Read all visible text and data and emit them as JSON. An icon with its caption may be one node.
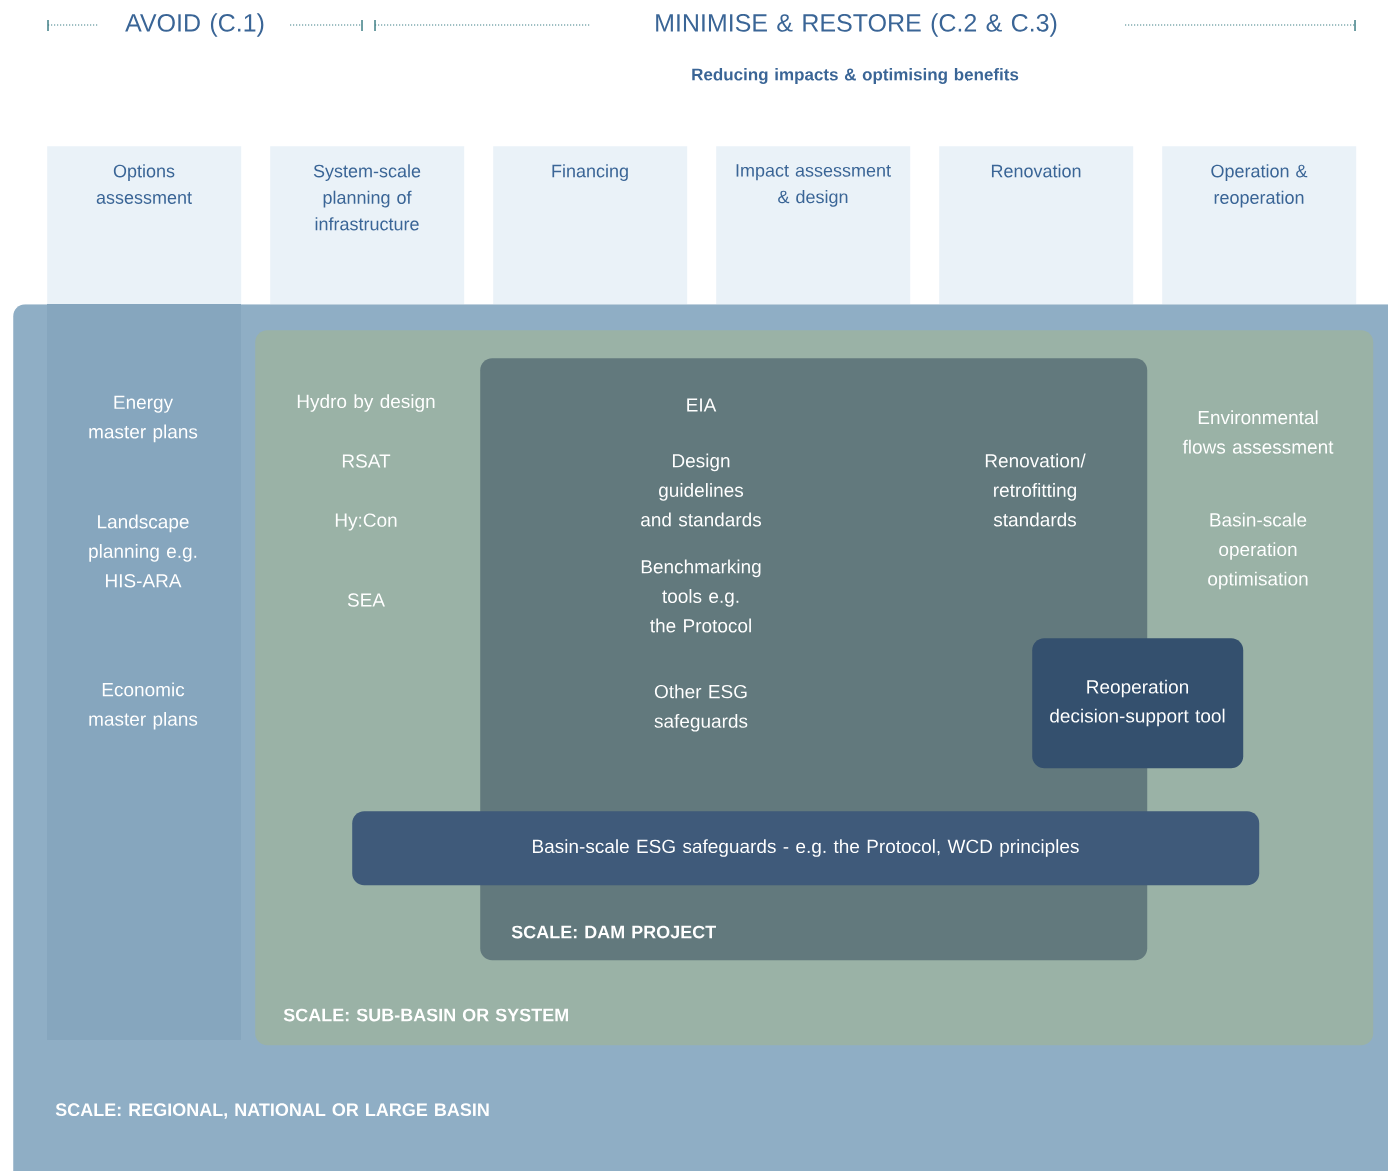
{
  "diagram": {
    "nodes": [
      {
        "text": [
          "Options assessment"
        ]
      },
      {
        "text": [
          "System-scale planning of infrastructure"
        ]
      },
      {
        "text": [
          "Financing"
        ]
      },
      {
        "text": [
          "Impact assessment & design"
        ]
      },
      {
        "text": [
          "Renovation"
        ]
      },
      {
        "text": [
          "Operation & reoperation"
        ]
      },
      {
        "text": [
          "SCALE: REGIONAL, NATIONAL OR LARGE BASIN"
        ]
      },
      {
        "text": [
          "SCALE: SUB-BASIN OR SYSTEM"
        ],
        "in": 6
      },
      {
        "text": [
          "SCALE: DAM PROJECT"
        ],
        "in": 7
      },
      {
        "text": [
          "Reoperation decision-support tool"
        ],
        "in": 7
      },
      {
        "text": [
          "Basin-scale ESG safeguards - e.g. the Protocol, WCD principles"
        ],
        "in": 7
      }
    ],
    "labels": [
      "AVOID (C.1)",
      "MINIMISE & RESTORE (C.2 & C.3)",
      "Reducing impacts & optimising benefits",
      "Energy master plans",
      "Landscape planning e.g. HIS-ARA",
      "Economic master plans",
      "Hydro by design",
      "RSAT",
      "Hy:Con",
      "SEA",
      "EIA",
      "Design guidelines and standards",
      "Benchmarking tools e.g. the Protocol",
      "Other ESG safeguards",
      "Renovation/ retrofitting standards",
      "Environmental flows assessment",
      "Basin-scale operation optimisation"
    ]
  }
}
